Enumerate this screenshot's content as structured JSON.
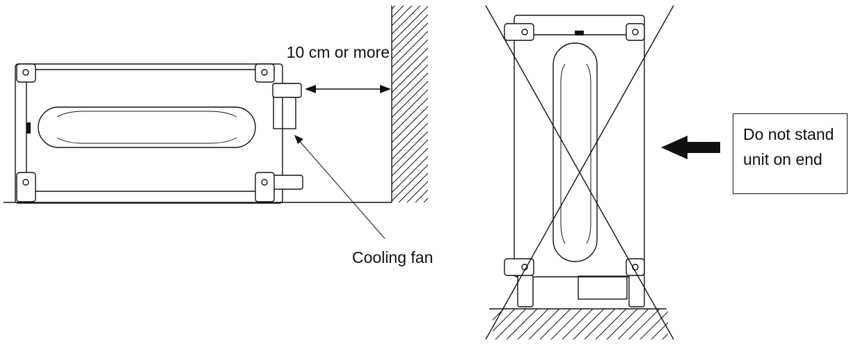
{
  "labels": {
    "clearance": "10 cm or more",
    "cooling_fan": "Cooling fan",
    "warning_line1": "Do not stand",
    "warning_line2": "unit on end"
  }
}
